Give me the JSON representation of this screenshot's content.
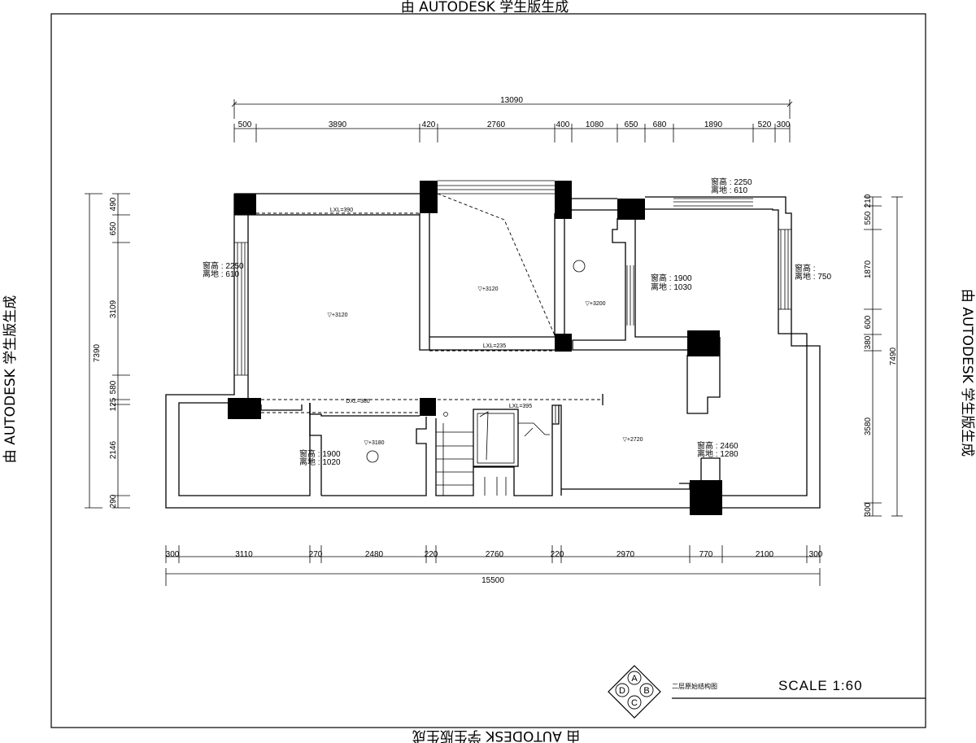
{
  "watermark": {
    "top": "由 AUTODESK 学生版生成",
    "bottom": "由 AUTODESK 学生版生成",
    "left": "由 AUTODESK 学生版生成",
    "right": "由 AUTODESK 学生版生成"
  },
  "dimensions": {
    "top_total": "13090",
    "top_segments": [
      "500",
      "3890",
      "420",
      "2760",
      "400",
      "1080",
      "650",
      "680",
      "1890",
      "520",
      "300"
    ],
    "bottom_total": "15500",
    "bottom_segments": [
      "300",
      "3110",
      "270",
      "2480",
      "220",
      "2760",
      "220",
      "2970",
      "770",
      "2100",
      "300"
    ],
    "left_total": "7390",
    "left_segments": [
      "490",
      "650",
      "3109",
      "580",
      "125",
      "2146",
      "290"
    ],
    "right_total": "7490",
    "right_segments": [
      "210",
      "550",
      "1870",
      "600",
      "380",
      "3580",
      "300"
    ]
  },
  "window_notes": {
    "top_right": {
      "height": "窗高 : 2250",
      "sill": "离地 : 610"
    },
    "left_upper": {
      "height": "窗高 : 2250",
      "sill": "离地 : 610"
    },
    "middle_right": {
      "height": "窗高 : 1900",
      "sill": "离地 : 1030"
    },
    "right_edge": {
      "height": "窗高 :",
      "sill": "离地 : 750"
    },
    "lower_left": {
      "height": "窗高 : 1900",
      "sill": "离地 : 1020"
    },
    "lower_right": {
      "height": "窗高 : 2460",
      "sill": "离地 : 1280"
    }
  },
  "levels": {
    "room_left": "▽+3120",
    "room_center": "▽+3120",
    "room_right_small": "▽+3200",
    "room_lower_mid": "▽+3180",
    "room_lower_right": "▽+2720"
  },
  "beams": {
    "top_left": "LXL=390",
    "middle": "LXL=235",
    "lower": "DXL=380",
    "stair": "LXL=395"
  },
  "title_block": {
    "drawing_name": "二层原始结构图",
    "scale": "SCALE 1:60",
    "compass": [
      "A",
      "B",
      "C",
      "D"
    ]
  }
}
